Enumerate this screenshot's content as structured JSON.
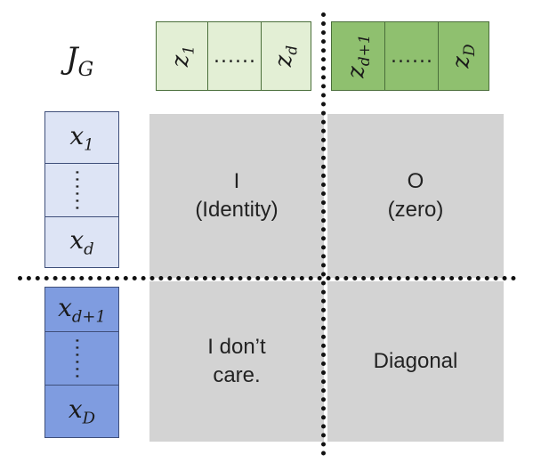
{
  "title": {
    "base": "J",
    "sub": "G"
  },
  "z_strip": [
    {
      "base": "z",
      "sub": "1"
    },
    {
      "dots": "......"
    },
    {
      "base": "z",
      "sub": "d"
    },
    {
      "base": "z",
      "sub": "d+1"
    },
    {
      "dots": "......"
    },
    {
      "base": "z",
      "sub": "D"
    }
  ],
  "x_strip": [
    {
      "base": "x",
      "sub": "1"
    },
    {
      "dots": "......"
    },
    {
      "base": "x",
      "sub": "d"
    },
    {
      "base": "x",
      "sub": "d+1"
    },
    {
      "dots": "......"
    },
    {
      "base": "x",
      "sub": "D"
    }
  ],
  "quadrants": {
    "top_left": {
      "line1": "I",
      "line2": "(Identity)"
    },
    "top_right": {
      "line1": "O",
      "line2": "(zero)"
    },
    "bottom_left": {
      "line1": "I don’t",
      "line2": "care."
    },
    "bottom_right": {
      "line1": "Diagonal",
      "line2": ""
    }
  },
  "colors": {
    "z_light": "#e3efd5",
    "z_dark": "#8fc06f",
    "x_light": "#dde4f5",
    "x_dark": "#7f9ce0",
    "quadrant": "#d3d3d3"
  }
}
